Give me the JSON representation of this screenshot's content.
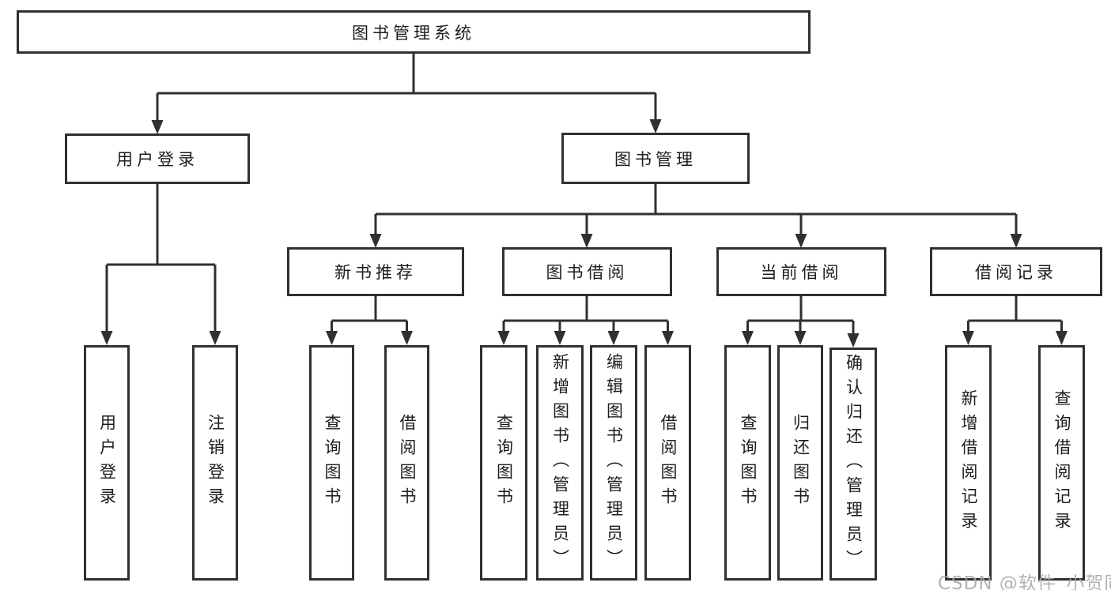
{
  "colors": {
    "line": "#303030",
    "box_border": "#303030",
    "text": "#1d1d1f",
    "watermark": "#a8a8a8",
    "background": "#ffffff"
  },
  "diagram": {
    "root": {
      "label": "图书管理系统"
    },
    "level2": [
      {
        "label": "用户登录"
      },
      {
        "label": "图书管理"
      }
    ],
    "level3": [
      {
        "label": "新书推荐"
      },
      {
        "label": "图书借阅"
      },
      {
        "label": "当前借阅"
      },
      {
        "label": "借阅记录"
      }
    ],
    "leaves": {
      "login": [
        {
          "label": "用户登录"
        },
        {
          "label": "注销登录"
        }
      ],
      "recommend": [
        {
          "label": "查询图书"
        },
        {
          "label": "借阅图书"
        }
      ],
      "borrow": [
        {
          "label": "查询图书"
        },
        {
          "label": "新增图书（管理员）"
        },
        {
          "label": "编辑图书（管理员）"
        },
        {
          "label": "借阅图书"
        }
      ],
      "current": [
        {
          "label": "查询图书"
        },
        {
          "label": "归还图书"
        },
        {
          "label": "确认归还（管理员）"
        }
      ],
      "records": [
        {
          "label": "新增借阅记录"
        },
        {
          "label": "查询借阅记录"
        }
      ]
    }
  },
  "watermark": {
    "text": "CSDN @软件_小贺同学"
  }
}
